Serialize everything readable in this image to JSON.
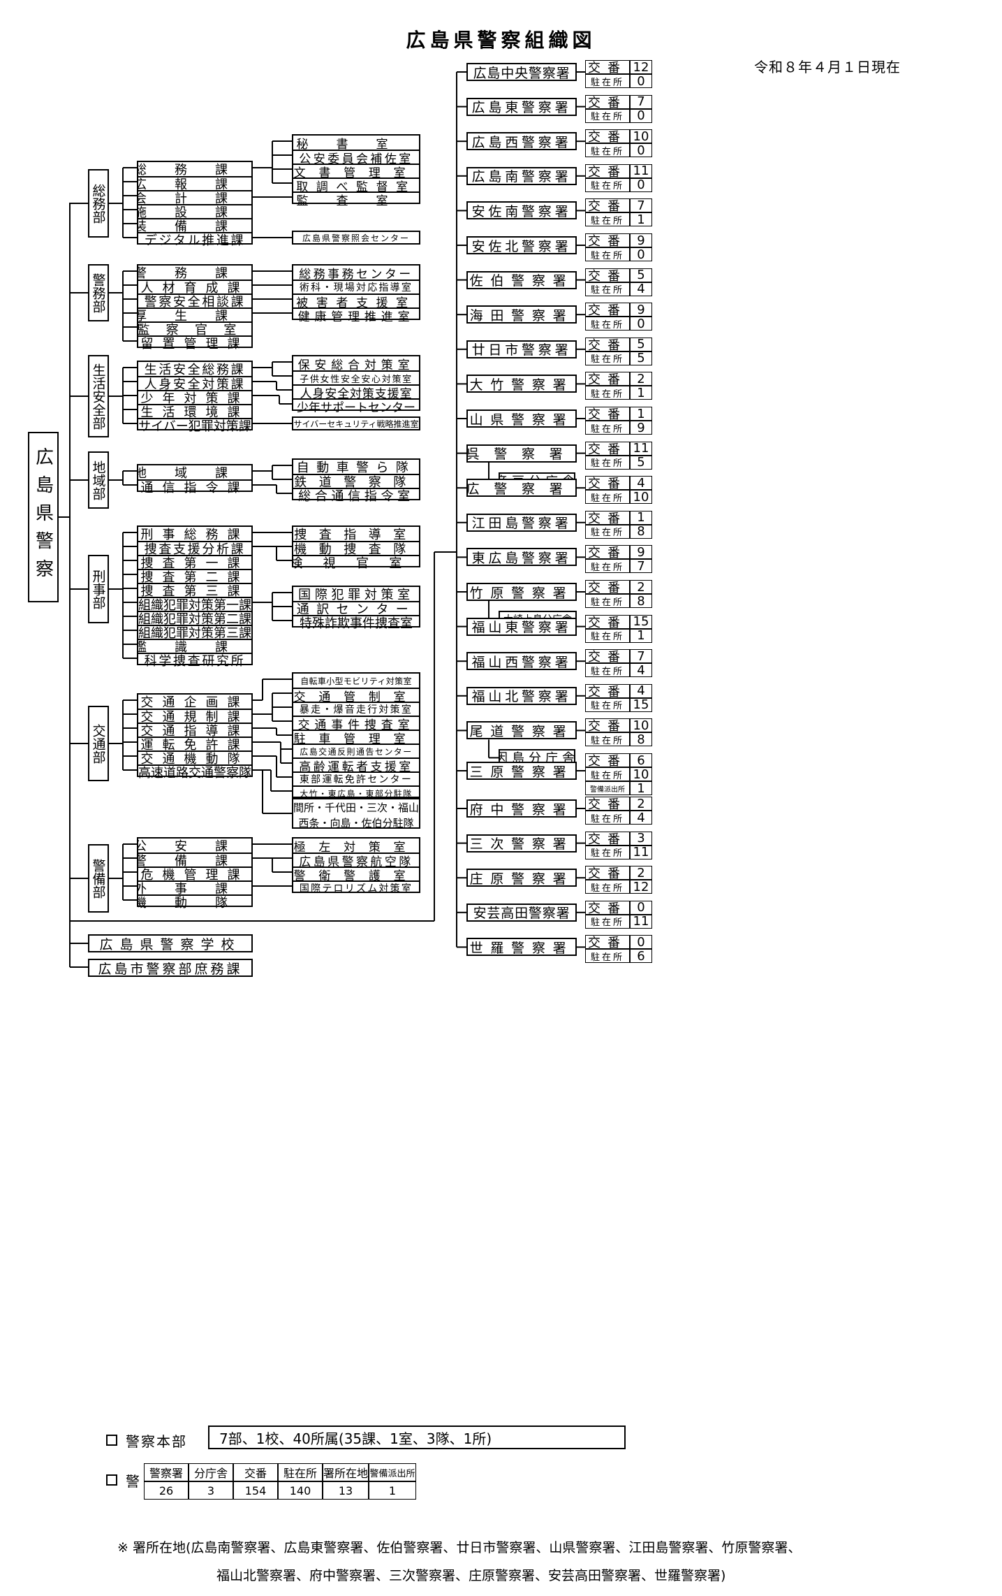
{
  "title": "広島県警察組織図",
  "date": "令和８年４月１日現在",
  "root": "広島県警察",
  "departments": [
    {
      "name": "総務部",
      "divisions": [
        "総務課",
        "広報課",
        "会計課",
        "施設課",
        "装備課",
        "デジタル推進課"
      ],
      "offices": [
        "秘書室",
        "公安委員会補佐室",
        "文書管理室",
        "取調べ監督室",
        "監査室",
        "広島県警察照会センター"
      ]
    },
    {
      "name": "警務部",
      "divisions": [
        "警務課",
        "人材育成課",
        "警察安全相談課",
        "厚生課",
        "監察官室",
        "留置管理課"
      ],
      "offices": [
        "総務事務センター",
        "術科・現場対応指導室",
        "被害者支援室",
        "健康管理推進室"
      ]
    },
    {
      "name": "生活安全部",
      "divisions": [
        "生活安全総務課",
        "人身安全対策課",
        "少年対策課",
        "生活環境課",
        "サイバー犯罪対策課"
      ],
      "offices": [
        "保安総合対策室",
        "子供女性安全安心対策室",
        "人身安全対策支援室",
        "少年サポートセンター",
        "サイバーセキュリティ戦略推進室"
      ]
    },
    {
      "name": "地域部",
      "divisions": [
        "地域課",
        "通信指令課"
      ],
      "offices": [
        "自動車警ら隊",
        "鉄道警察隊",
        "総合通信指令室"
      ]
    },
    {
      "name": "刑事部",
      "divisions": [
        "刑事総務課",
        "捜査支援分析課",
        "捜査第一課",
        "捜査第二課",
        "捜査第三課",
        "組織犯罪対策第一課",
        "組織犯罪対策第二課",
        "組織犯罪対策第三課",
        "鑑識課",
        "科学捜査研究所"
      ],
      "offices_a": [
        "捜査指導室",
        "機動捜査隊",
        "検視官室"
      ],
      "offices_b": [
        "国際犯罪対策室",
        "通訳センター",
        "特殊詐欺事件捜査室"
      ]
    },
    {
      "name": "交通部",
      "divisions": [
        "交通企画課",
        "交通規制課",
        "交通指導課",
        "運転免許課",
        "交通機動隊",
        "高速道路交通警察隊"
      ],
      "offices": [
        "自転車小型モビリティ対策室",
        "交通管制室",
        "暴走・爆音走行対策室",
        "交通事件捜査室",
        "駐車管理室",
        "広島交通反則通告センター",
        "高齢運転者支援室",
        "東部運転免許センター",
        "大竹・東広島・東部分駐隊"
      ],
      "last_office": [
        "間所・千代田・三次・福山",
        "西条・向島・佐伯分駐隊"
      ]
    },
    {
      "name": "警備部",
      "divisions": [
        "公安課",
        "警備課",
        "危機管理課",
        "外事課",
        "機動隊"
      ],
      "offices": [
        "極左対策室",
        "広島県警察航空隊",
        "警衛警護室",
        "国際テロリズム対策室"
      ]
    }
  ],
  "school": "広島県警察学校",
  "hiroshima_city": "広島市警察部庶務課",
  "labels": {
    "koban": "交番",
    "chuzai": "駐在所",
    "keibi_hashutsujo": "警備派出所"
  },
  "stations": [
    {
      "name": "広島中央警察署",
      "koban": "12",
      "chuzai": "0"
    },
    {
      "name": "広島東警察署",
      "koban": "7",
      "chuzai": "0"
    },
    {
      "name": "広島西警察署",
      "koban": "10",
      "chuzai": "0"
    },
    {
      "name": "広島南警察署",
      "koban": "11",
      "chuzai": "0"
    },
    {
      "name": "安佐南警察署",
      "koban": "7",
      "chuzai": "1"
    },
    {
      "name": "安佐北警察署",
      "koban": "9",
      "chuzai": "0"
    },
    {
      "name": "佐伯警察署",
      "koban": "5",
      "chuzai": "4"
    },
    {
      "name": "海田警察署",
      "koban": "9",
      "chuzai": "0"
    },
    {
      "name": "廿日市警察署",
      "koban": "5",
      "chuzai": "5"
    },
    {
      "name": "大竹警察署",
      "koban": "2",
      "chuzai": "1"
    },
    {
      "name": "山県警察署",
      "koban": "1",
      "chuzai": "9"
    },
    {
      "name": "呉警察署",
      "koban": "11",
      "chuzai": "5",
      "branch": "音戸分庁舎"
    },
    {
      "name": "広警察署",
      "koban": "4",
      "chuzai": "10"
    },
    {
      "name": "江田島警察署",
      "koban": "1",
      "chuzai": "8"
    },
    {
      "name": "東広島警察署",
      "koban": "9",
      "chuzai": "7"
    },
    {
      "name": "竹原警察署",
      "koban": "2",
      "chuzai": "8",
      "branch": "大崎上島分庁舎"
    },
    {
      "name": "福山東警察署",
      "koban": "15",
      "chuzai": "1"
    },
    {
      "name": "福山西警察署",
      "koban": "7",
      "chuzai": "4"
    },
    {
      "name": "福山北警察署",
      "koban": "4",
      "chuzai": "15"
    },
    {
      "name": "尾道警察署",
      "koban": "10",
      "chuzai": "8",
      "branch": "因島分庁舎"
    },
    {
      "name": "三原警察署",
      "koban": "6",
      "chuzai": "10",
      "keibi": "1"
    },
    {
      "name": "府中警察署",
      "koban": "2",
      "chuzai": "4"
    },
    {
      "name": "三次警察署",
      "koban": "3",
      "chuzai": "11"
    },
    {
      "name": "庄原警察署",
      "koban": "2",
      "chuzai": "12"
    },
    {
      "name": "安芸高田警察署",
      "koban": "0",
      "chuzai": "11"
    },
    {
      "name": "世羅警察署",
      "koban": "0",
      "chuzai": "6"
    }
  ],
  "footer": {
    "honbu_label": "警察本部",
    "honbu_value": "7部、1校、40所属(35課、1室、3隊、1所)",
    "keisatsusho_label": "警察署",
    "table_headers": [
      "警察署",
      "分庁舎",
      "交番",
      "駐在所",
      "署所在地",
      "警備派出所"
    ],
    "table_values": [
      "26",
      "3",
      "154",
      "140",
      "13",
      "1"
    ],
    "note_line1": "※ 署所在地(広島南警察署、広島東警察署、佐伯警察署、廿日市警察署、山県警察署、江田島警察署、竹原警察署、",
    "note_line2": "福山北警察署、府中警察署、三次警察署、庄原警察署、安芸高田警察署、世羅警察署)"
  }
}
